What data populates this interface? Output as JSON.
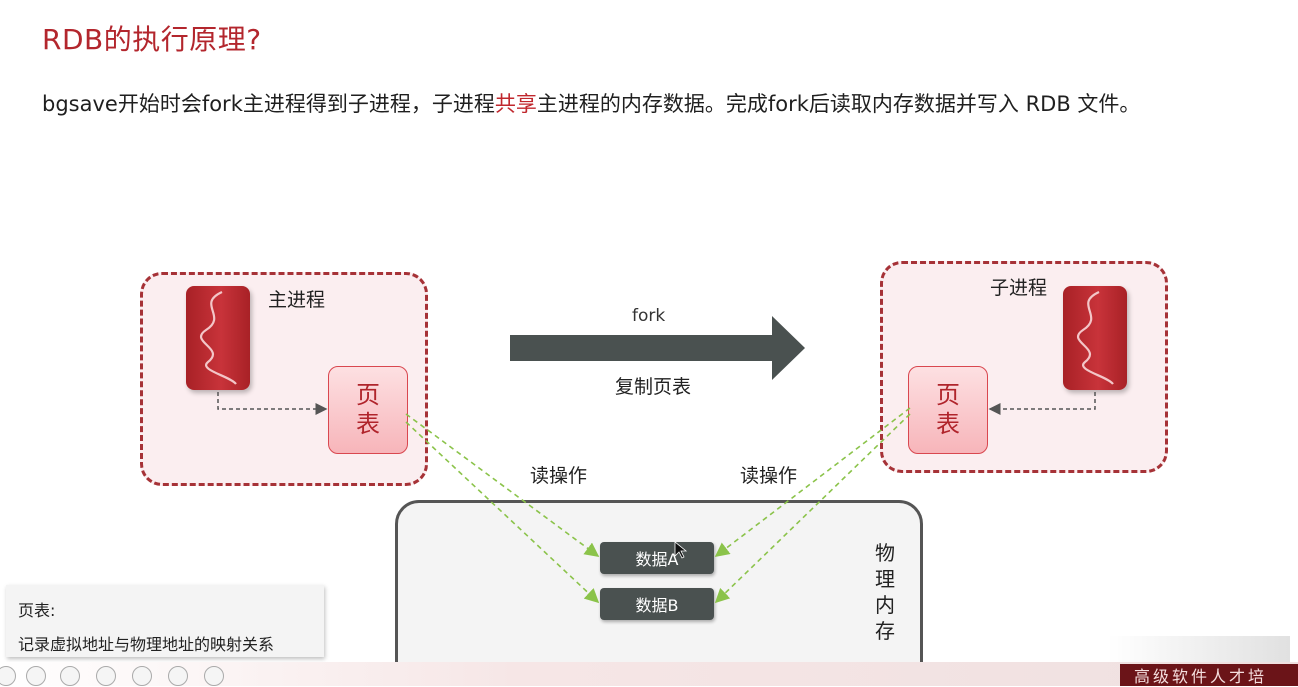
{
  "title": "RDB的执行原理?",
  "description": {
    "part1": "bgsave开始时会fork主进程得到子进程，子进程",
    "highlight": "共享",
    "part2": "主进程的内存数据。完成fork后读取内存数据并写入 RDB 文件。"
  },
  "main_process": {
    "label": "主进程",
    "page_table_line1": "页",
    "page_table_line2": "表"
  },
  "child_process": {
    "label": "子进程",
    "page_table_line1": "页",
    "page_table_line2": "表"
  },
  "fork_arrow": {
    "top_label": "fork",
    "bottom_label": "复制页表"
  },
  "read_ops": {
    "left": "读操作",
    "right": "读操作"
  },
  "memory": {
    "label": "物理内存",
    "data_a": "数据A",
    "data_b": "数据B"
  },
  "note": {
    "title": "页表:",
    "body": "记录虚拟地址与物理地址的映射关系"
  },
  "brand_text": "高级软件人才培",
  "colors": {
    "accent": "#b3262d",
    "process_fill": "#fbeef0",
    "arrow": "#4a5150",
    "dashed_line": "#8bc34a"
  }
}
